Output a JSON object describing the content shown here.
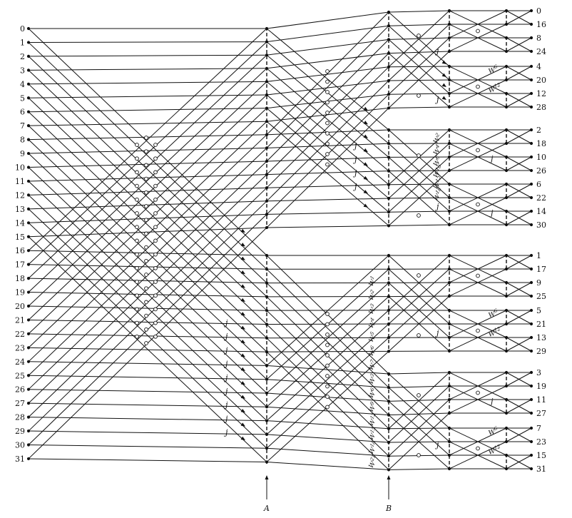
{
  "input_labels": [
    "0",
    "1",
    "2",
    "3",
    "4",
    "5",
    "6",
    "7",
    "8",
    "9",
    "10",
    "11",
    "12",
    "13",
    "14",
    "15",
    "16",
    "17",
    "18",
    "19",
    "20",
    "21",
    "22",
    "23",
    "24",
    "25",
    "26",
    "27",
    "28",
    "29",
    "30",
    "31"
  ],
  "output_labels": [
    "0",
    "16",
    "8",
    "24",
    "4",
    "20",
    "12",
    "28",
    "2",
    "18",
    "10",
    "26",
    "6",
    "22",
    "14",
    "30",
    "1",
    "17",
    "9",
    "25",
    "5",
    "21",
    "13",
    "29",
    "3",
    "19",
    "11",
    "27",
    "7",
    "23",
    "15",
    "31"
  ],
  "stage_markers": [
    "A",
    "B"
  ],
  "j_label": "j",
  "twiddles_group_b": [
    "W",
    "W",
    "W",
    "W",
    "W",
    "W",
    "W",
    "W",
    "W",
    "W",
    "W",
    "W"
  ],
  "twiddle_exponents_b": [
    "1",
    "2",
    "3",
    "4",
    "5",
    "6",
    "7",
    "3",
    "6",
    "9",
    "12",
    "15",
    "18",
    "21"
  ],
  "twiddle_exponents_c": [
    "2",
    "4",
    "6",
    "10",
    "12",
    "18"
  ],
  "twiddle_exponents_d": [
    "6",
    "12"
  ],
  "colors": {
    "ink": "#111111",
    "paper": "#ffffff"
  }
}
